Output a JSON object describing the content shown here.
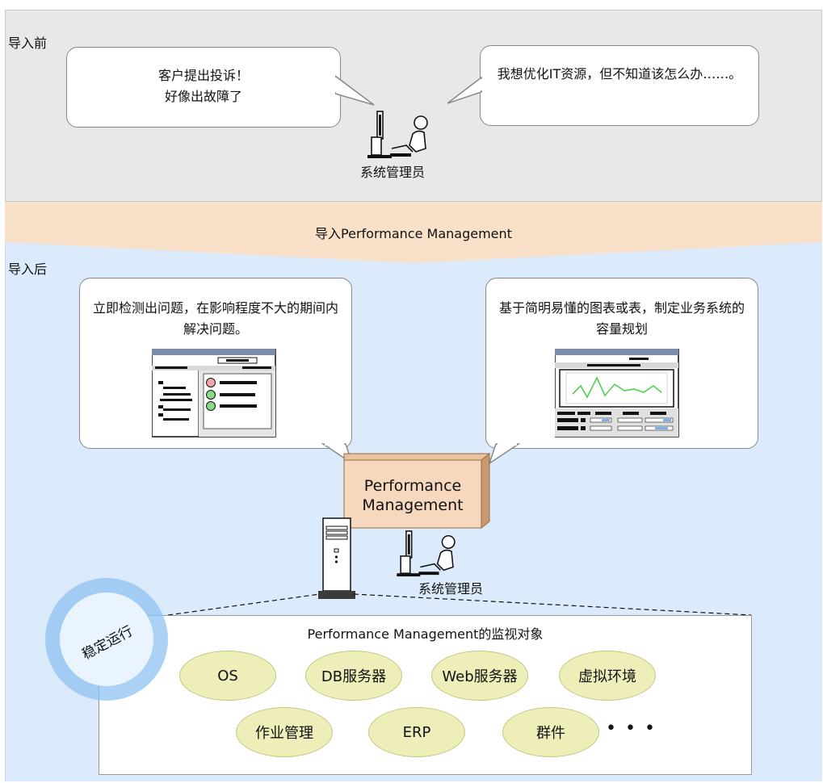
{
  "before": {
    "label": "导入前",
    "bubble_left": "客户提出投诉！\n好像出故障了",
    "bubble_right": "我想优化IT资源，但不知道该怎么办……。",
    "admin_label": "系统管理员"
  },
  "banner": {
    "label": "导入Performance Management"
  },
  "after": {
    "label": "导入后",
    "bubble_left": "立即检测出问题，在影响程度不大的期间内解决问题。",
    "bubble_right": "基于简明易懂的图表或表，制定业务系统的容量规划",
    "pm_box": "Performance\nManagement",
    "admin_label": "系统管理员",
    "stable_label": "稳定运行",
    "targets_title": "Performance Management的监视对象",
    "targets_row1": [
      "OS",
      "DB服务器",
      "Web服务器",
      "虚拟环境"
    ],
    "targets_row2": [
      "作业管理",
      "ERP",
      "群件"
    ],
    "more": "• • •"
  },
  "colors": {
    "before_bg": "#e8e8e8",
    "banner": "#f9e0c8",
    "after_bg": "#dcebfb",
    "pm_box": "#f6d8be",
    "oval_fill": "#eeefb8",
    "stable_circle": "#8fc2f2",
    "status_red": "#f2a7a7",
    "status_green": "#86d986",
    "chart_line": "#4fd04f"
  },
  "icons": [
    "admin-at-desk-icon",
    "server-tower-icon",
    "monitor-screen-icon",
    "chart-screen-icon"
  ]
}
